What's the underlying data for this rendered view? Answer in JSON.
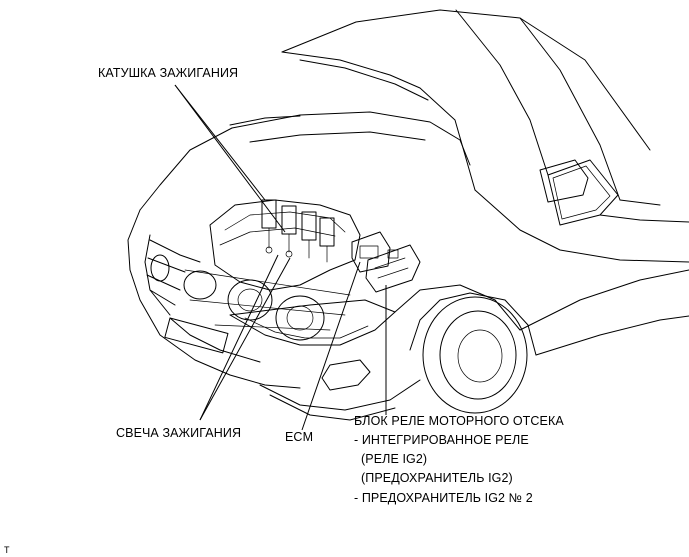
{
  "labels": {
    "ignition_coil": "КАТУШКА ЗАЖИГАНИЯ",
    "spark_plug": "СВЕЧА ЗАЖИГАНИЯ",
    "ecm": "ECM",
    "relay_block_title": "БЛОК РЕЛЕ МОТОРНОГО ОТСЕКА",
    "relay_block_items": [
      "- ИНТЕГРИРОВАННОЕ РЕЛЕ",
      "(РЕЛЕ IG2)",
      "(ПРЕДОХРАНИТЕЛЬ IG2)",
      "- ПРЕДОХРАНИТЕЛЬ IG2 № 2"
    ],
    "corner_mark": "T"
  }
}
